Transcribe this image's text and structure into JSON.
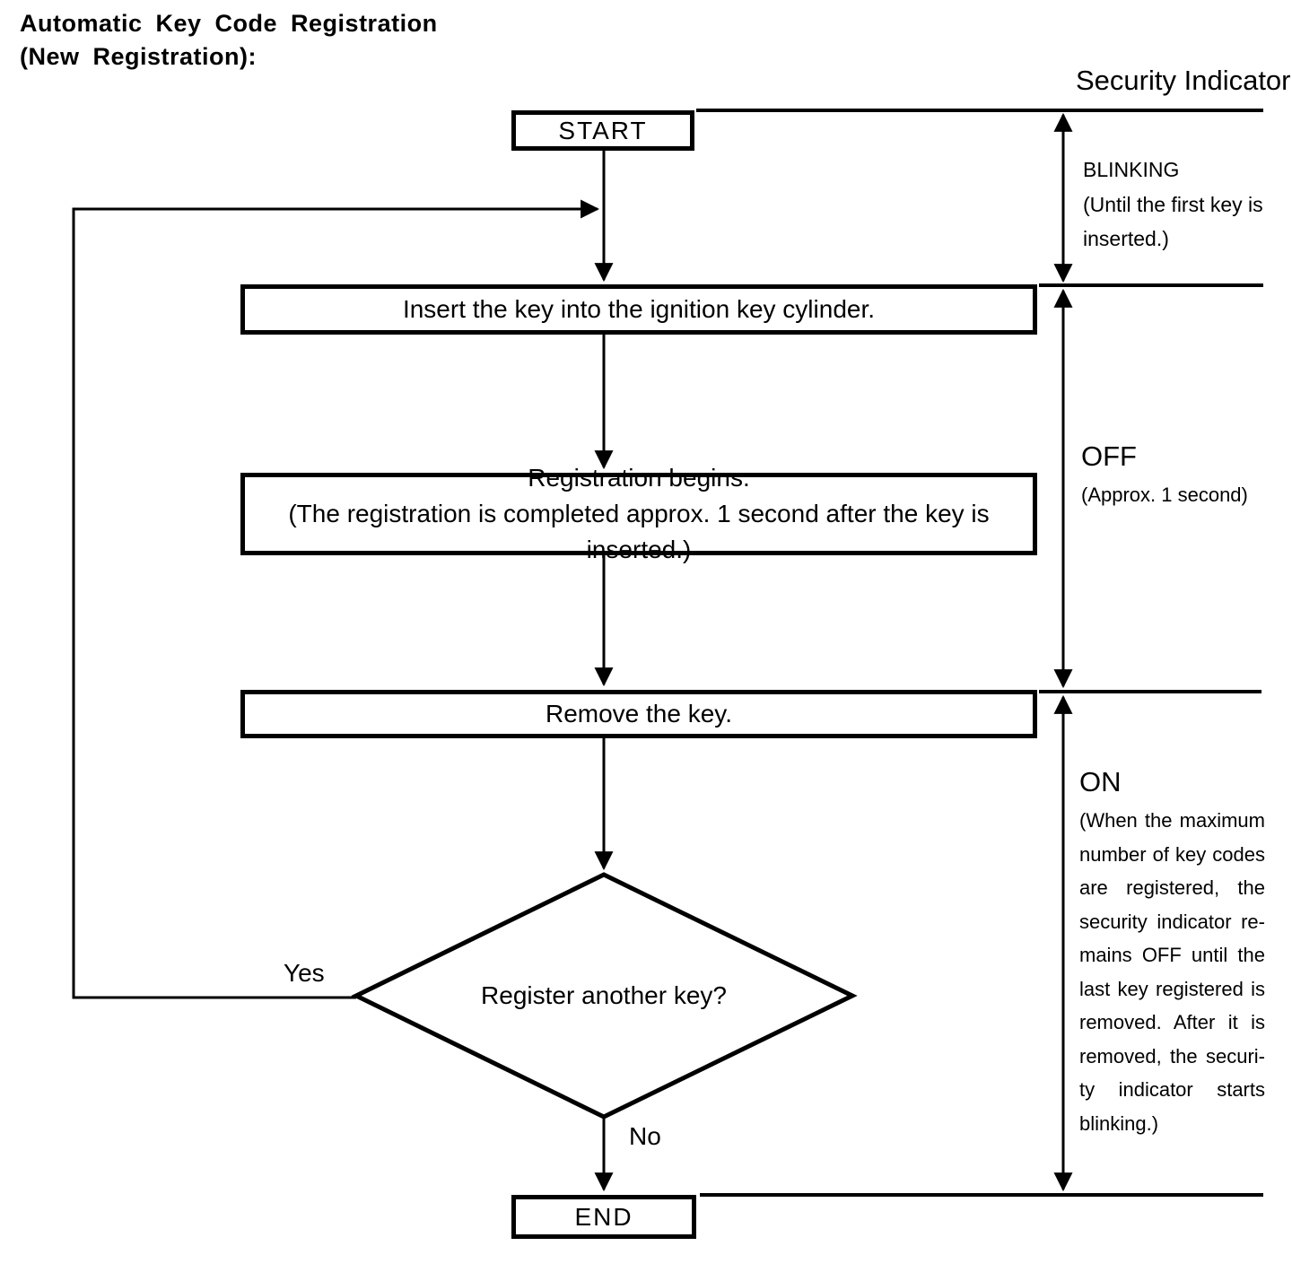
{
  "title_lines": [
    "Automatic Key Code Registration",
    "(New Registration):"
  ],
  "nodes": {
    "start": {
      "label": "START"
    },
    "insert": {
      "label": "Insert the key into the ignition key cylinder."
    },
    "registration": {
      "line1": "Registration begins.",
      "line2": "(The registration is completed approx. 1 second after the key is inserted.)"
    },
    "remove": {
      "label": "Remove the key."
    },
    "decision": {
      "label": "Register another key?"
    },
    "end": {
      "label": "END"
    }
  },
  "edges": {
    "yes_label": "Yes",
    "no_label": "No"
  },
  "security_indicator": {
    "heading": "Security Indicator",
    "states": [
      {
        "name": "BLINKING",
        "note_lines": [
          "(Until the first key is",
          "inserted.)"
        ]
      },
      {
        "name": "OFF",
        "note_lines": [
          "(Approx. 1 second)"
        ]
      },
      {
        "name": "ON",
        "note_lines": [
          "(When the maximum",
          "number of key codes",
          "are registered, the",
          "security indicator re-",
          "mains OFF until the",
          "last key registered is",
          "removed. After it is",
          "removed, the securi-",
          "ty indicator starts",
          "blinking.)"
        ]
      }
    ]
  },
  "colors": {
    "background": "#ffffff",
    "line": "#000000",
    "text": "#000000"
  }
}
